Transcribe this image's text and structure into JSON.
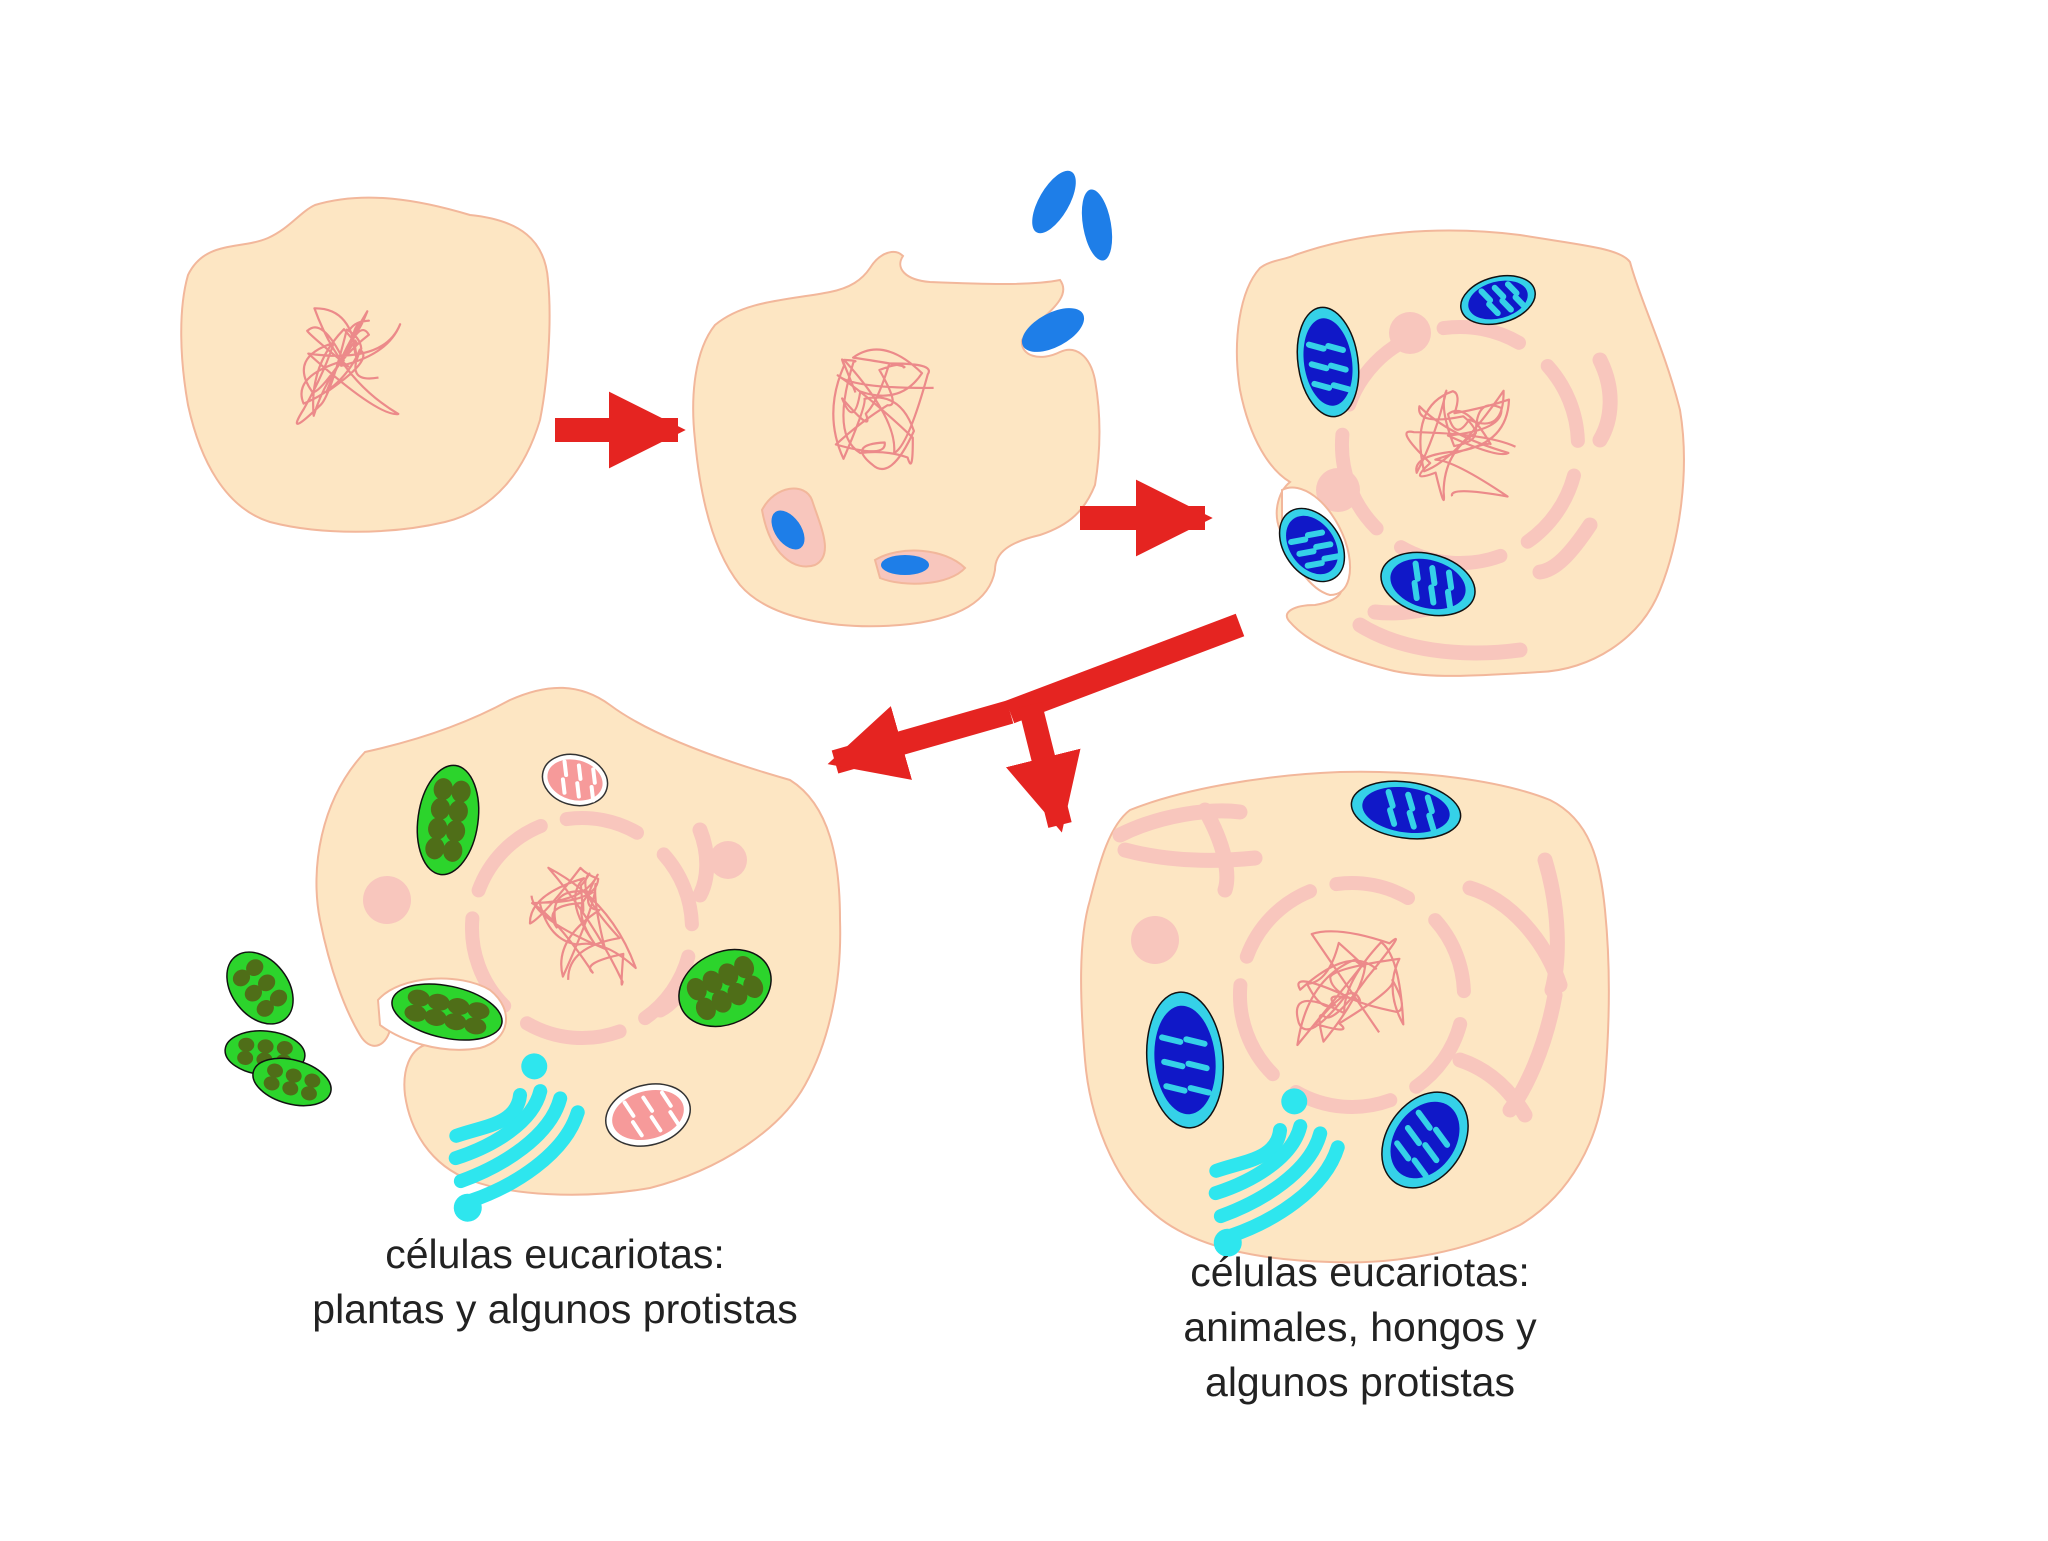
{
  "colors": {
    "cytoplasm": "#fde6c3",
    "membrane": "#f2b79b",
    "dna": "#ec8a8a",
    "er": "#f8c6bd",
    "arrow": "#e52421",
    "free_bacteria": "#1e7ee8",
    "mito_outer": "#35d1e8",
    "mito_inner": "#1018c8",
    "chloro_outer": "#2cd42c",
    "chloro_inner": "#4f6e18",
    "golgi": "#2ee6ee",
    "peroxisome": "#f69a9a"
  },
  "captions": {
    "plants": [
      "células eucariotas:",
      "plantas y algunos protistas"
    ],
    "animals": [
      "células eucariotas:",
      "animales, hongos y",
      "algunos protistas"
    ]
  }
}
